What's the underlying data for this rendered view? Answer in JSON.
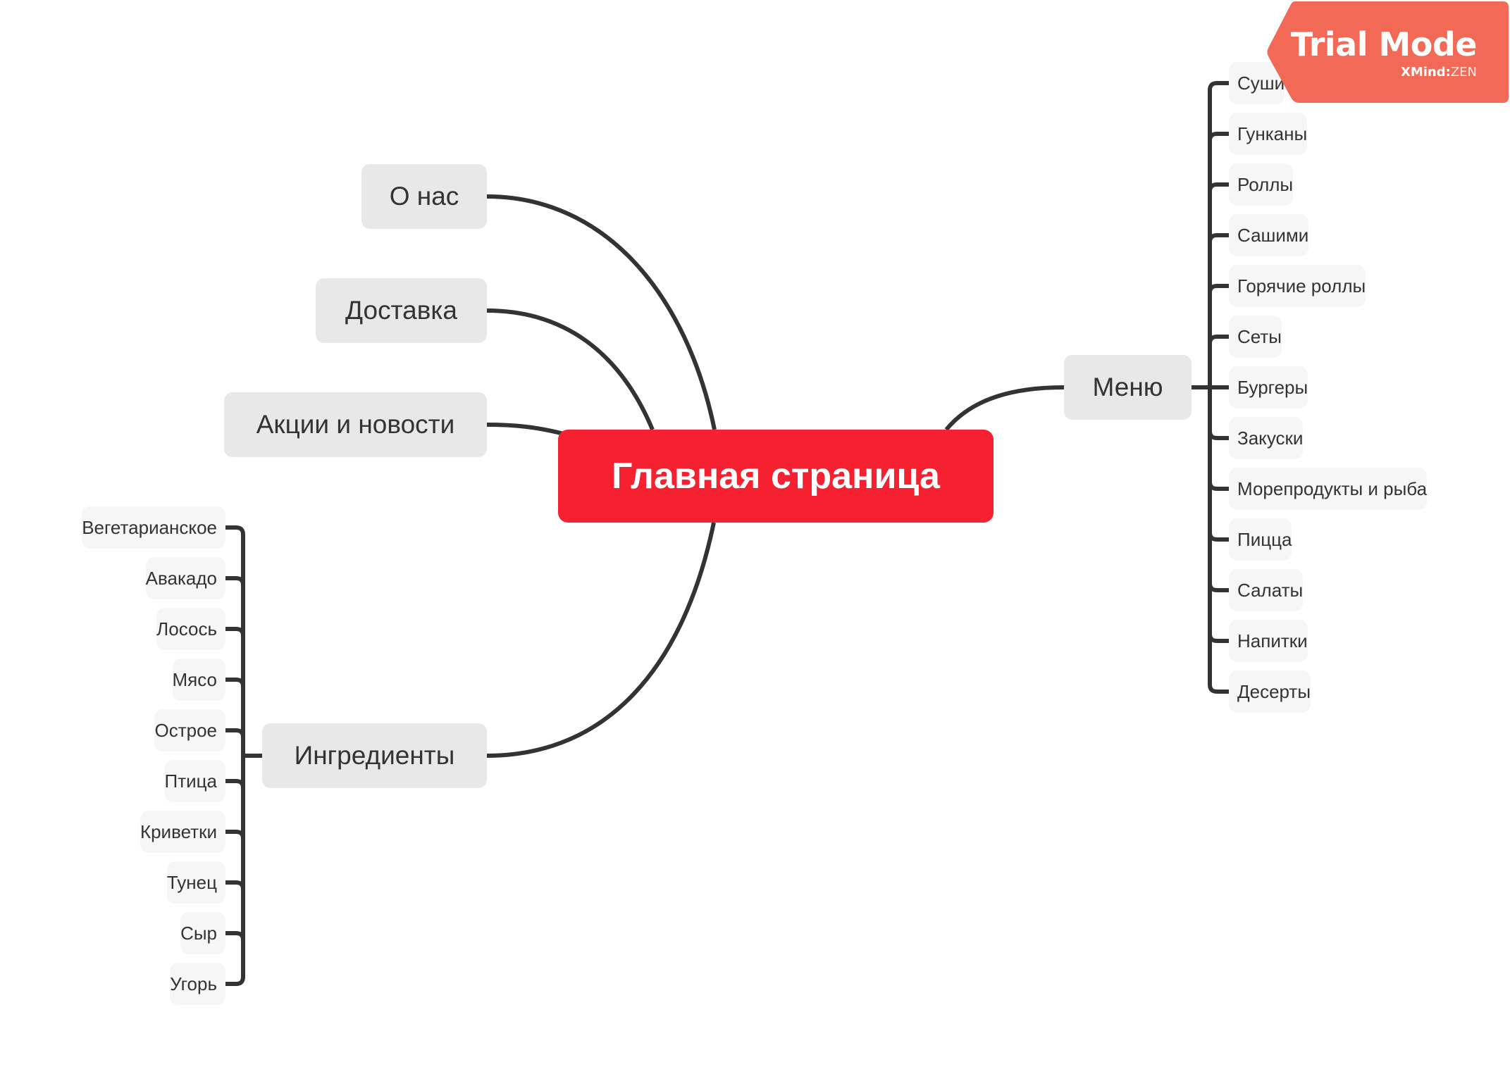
{
  "central": {
    "label": "Главная страница",
    "color": "#F52130"
  },
  "left_topics": [
    {
      "label": "О нас"
    },
    {
      "label": "Доставка"
    },
    {
      "label": "Акции и новости"
    },
    {
      "label": "Ингредиенты"
    }
  ],
  "ingredients": {
    "label": "Ингредиенты",
    "children": [
      "Вегетарианское",
      "Авакадо",
      "Лосось",
      "Мясо",
      "Острое",
      "Птица",
      "Криветки",
      "Тунец",
      "Сыр",
      "Угорь"
    ]
  },
  "menu": {
    "label": "Меню",
    "children": [
      "Суши",
      "Гунканы",
      "Роллы",
      "Сашими",
      "Горячие роллы",
      "Сеты",
      "Бургеры",
      "Закуски",
      "Морепродукты и рыба",
      "Пицца",
      "Салаты",
      "Напитки",
      "Десерты"
    ]
  },
  "watermark": {
    "title": "Trial Mode",
    "brand_bold": "XMind",
    "brand_sep": ":",
    "brand_light": "ZEN",
    "color": "#F26451"
  },
  "colors": {
    "line": "#333333",
    "main_fill": "#E8E8E8",
    "sub_fill": "#F6F6F6",
    "text": "#333333"
  }
}
